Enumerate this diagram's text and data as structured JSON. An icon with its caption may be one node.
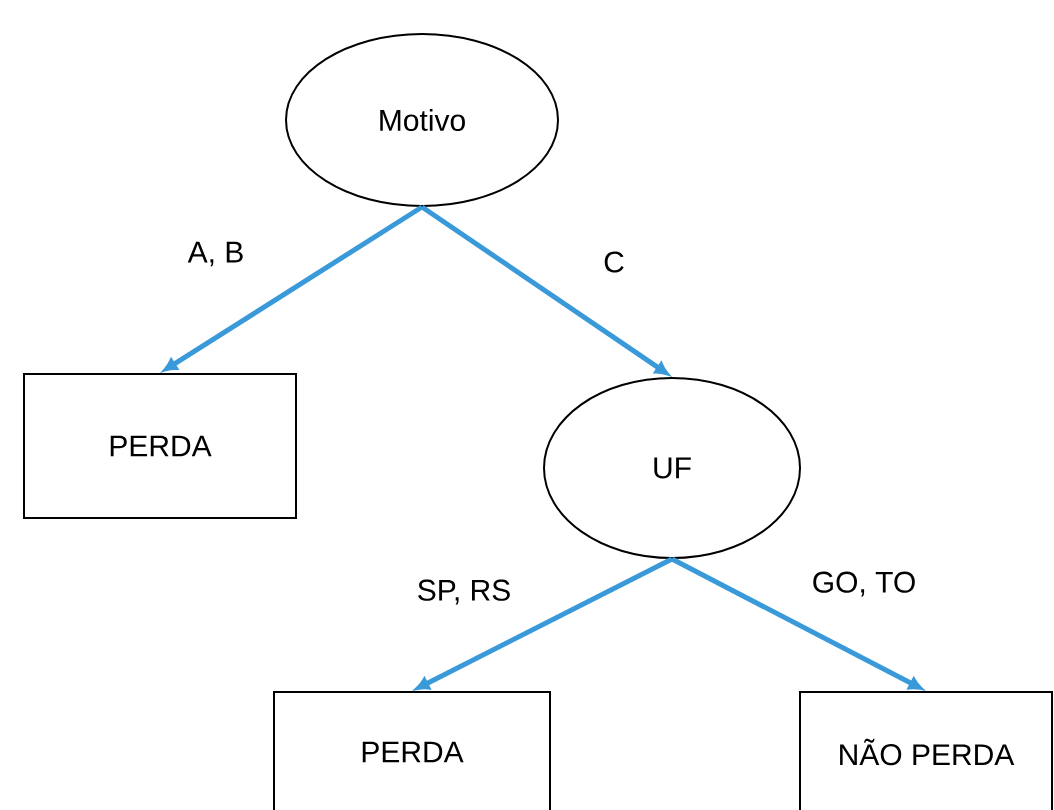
{
  "diagram": {
    "nodes": [
      {
        "text": [
          "Motivo"
        ]
      },
      {
        "text": [
          "PERDA"
        ]
      },
      {
        "text": [
          "UF"
        ]
      },
      {
        "text": [
          "PERDA"
        ]
      },
      {
        "text": [
          "NÃO PERDA"
        ]
      }
    ],
    "edges": [
      {
        "from": 0,
        "to": 1,
        "arrow": "to",
        "label": "A, B"
      },
      {
        "from": 0,
        "to": 2,
        "arrow": "to",
        "label": "C"
      },
      {
        "from": 2,
        "to": 3,
        "arrow": "to",
        "label": "SP, RS"
      },
      {
        "from": 2,
        "to": 4,
        "arrow": "to",
        "label": "GO, TO"
      }
    ]
  }
}
